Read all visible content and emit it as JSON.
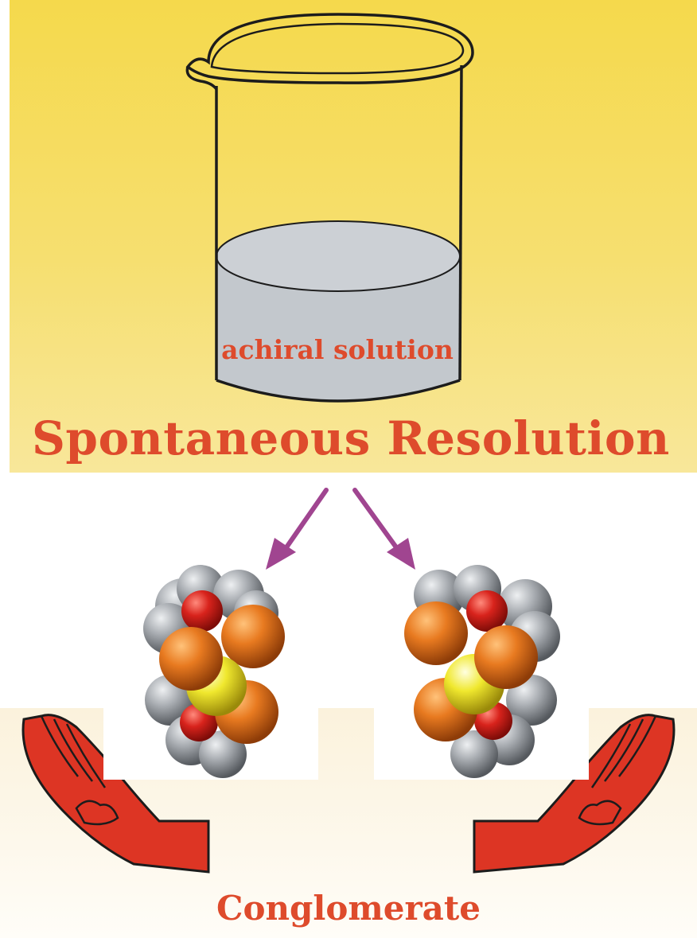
{
  "labels": {
    "solution": "achiral solution",
    "title": "Spontaneous Resolution",
    "bottom": "Conglomerate"
  },
  "colors": {
    "label_red": "#de4b2c",
    "arrow": "#a04590",
    "liquid": "#c3c8cd",
    "hand": "#dd3524",
    "oxygen": "#d8231c",
    "sulfur": "#f0e82e",
    "carbon_orange": "#e87a20",
    "hydrogen_gray": "#9a9ea3"
  }
}
